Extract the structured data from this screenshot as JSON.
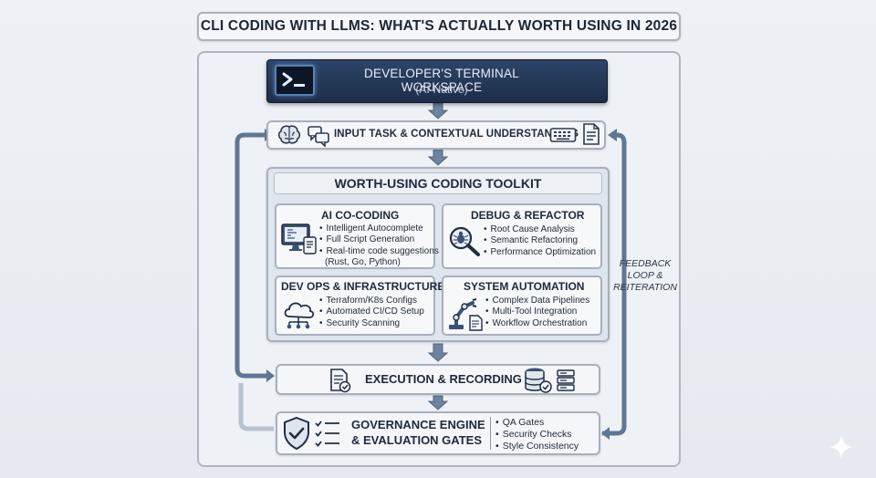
{
  "header": {
    "title": "CLI CODING WITH LLMS: WHAT'S ACTUALLY WORTH USING IN 2026"
  },
  "terminal": {
    "title": "DEVELOPER'S TERMINAL WORKSPACE",
    "subtitle": "(AI-Native)",
    "prompt_glyph": ">_",
    "icon": "terminal-icon"
  },
  "input_stage": {
    "label": "INPUT TASK & CONTEXTUAL UNDERSTANDING",
    "icons_left": [
      "brain-icon",
      "chat-bubbles-icon"
    ],
    "icons_right": [
      "keyboard-icon",
      "document-icon"
    ]
  },
  "toolkit": {
    "title": "WORTH-USING CODING TOOLKIT",
    "cards": [
      {
        "title": "AI CO-CODING",
        "icon": "code-monitor-icon",
        "items": [
          "Intelligent Autocomplete",
          "Full Script Generation",
          "Real-time code suggestions",
          "(Rust, Go, Python)"
        ]
      },
      {
        "title": "DEBUG & REFACTOR",
        "icon": "bug-magnifier-icon",
        "items": [
          "Root Cause Analysis",
          "Semantic Refactoring",
          "Performance Optimization"
        ]
      },
      {
        "title": "DEV OPS & INFRASTRUCTURE",
        "icon": "cloud-network-icon",
        "items": [
          "Terraform/K8s Configs",
          "Automated CI/CD Setup",
          "Security Scanning"
        ]
      },
      {
        "title": "SYSTEM AUTOMATION",
        "icon": "robot-arm-icon",
        "items": [
          "Complex Data Pipelines",
          "Multi-Tool Integration",
          "Workflow Orchestration"
        ]
      }
    ]
  },
  "execution": {
    "label": "EXECUTION & RECORDING",
    "icons": [
      "checklist-document-icon",
      "database-check-icon"
    ]
  },
  "governance": {
    "title_line1": "GOVERNANCE ENGINE",
    "title_line2": "& EVALUATION GATES",
    "icons": [
      "shield-check-icon",
      "checklist-icon"
    ],
    "items": [
      "QA Gates",
      "Security Checks",
      "Style Consistency"
    ]
  },
  "feedback": {
    "line1": "FEEDBACK",
    "line2": "LOOP &",
    "line3": "REITERATION"
  },
  "colors": {
    "terminal_bg": "#1c2d48",
    "arrow": "#5f7694",
    "box_border": "#a7b0bc",
    "page_bg": "#eef1f5"
  }
}
